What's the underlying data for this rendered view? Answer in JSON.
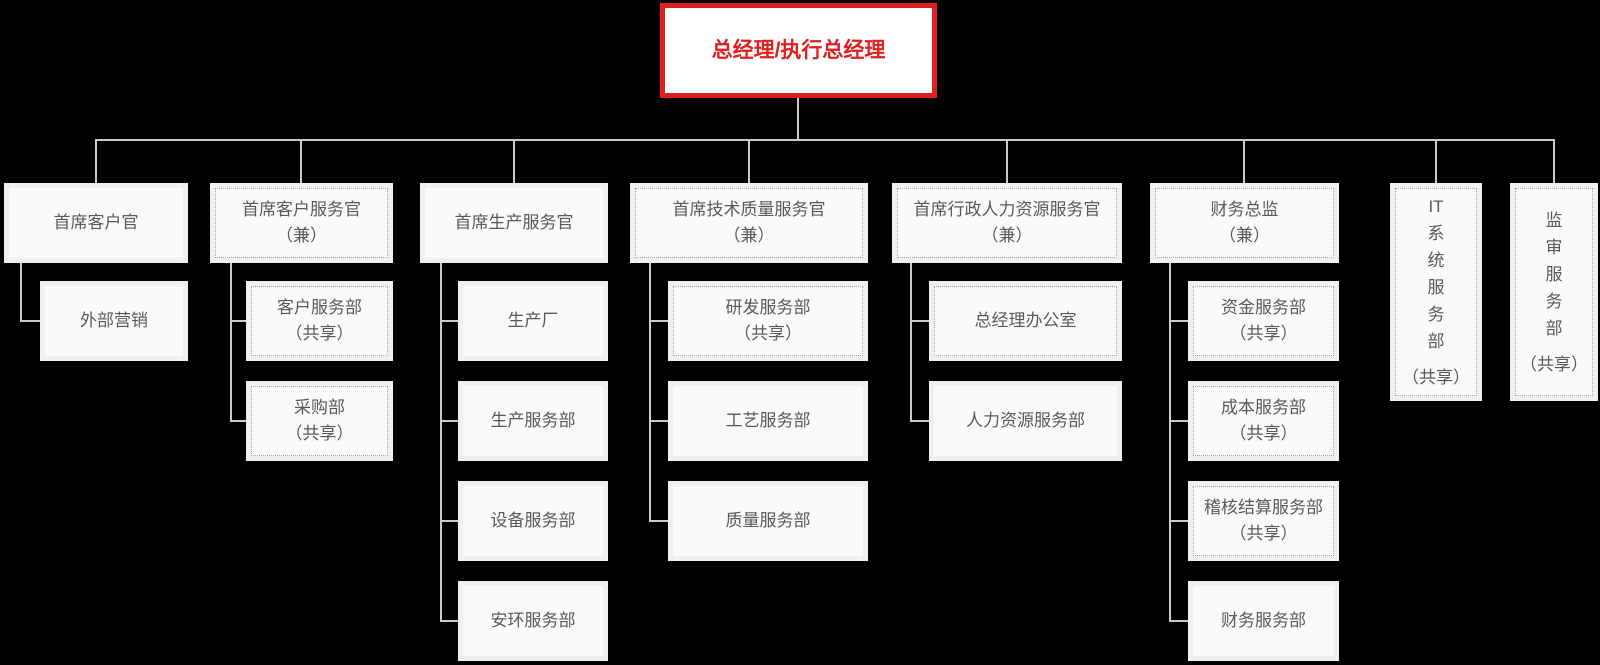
{
  "colors": {
    "accent_red": "#e01f1f",
    "connector_gray": "#cbcbcb",
    "node_bg": "#f9fafb",
    "node_rim": "#eef0f2",
    "text_gray": "#595959"
  },
  "nodes": {
    "root": {
      "lines": [
        "总经理/执行总经理"
      ]
    },
    "cco": {
      "lines": [
        "首席客户官"
      ]
    },
    "ext": {
      "lines": [
        "外部营销"
      ]
    },
    "ccso": {
      "lines": [
        "首席客户服务官",
        "（兼）"
      ]
    },
    "cs_dept": {
      "lines": [
        "客户服务部",
        "（共享）"
      ]
    },
    "purchase": {
      "lines": [
        "采购部",
        "（共享）"
      ]
    },
    "cpo": {
      "lines": [
        "首席生产服务官"
      ]
    },
    "factory": {
      "lines": [
        "生产厂"
      ]
    },
    "prod_dept": {
      "lines": [
        "生产服务部"
      ]
    },
    "equip": {
      "lines": [
        "设备服务部"
      ]
    },
    "safety": {
      "lines": [
        "安环服务部"
      ]
    },
    "ctqo": {
      "lines": [
        "首席技术质量服务官",
        "（兼）"
      ]
    },
    "rnd": {
      "lines": [
        "研发服务部",
        "（共享）"
      ]
    },
    "craft": {
      "lines": [
        "工艺服务部"
      ]
    },
    "quality": {
      "lines": [
        "质量服务部"
      ]
    },
    "chro": {
      "lines": [
        "首席行政人力资源服务官",
        "（兼）"
      ]
    },
    "gm_office": {
      "lines": [
        "总经理办公室"
      ]
    },
    "hr": {
      "lines": [
        "人力资源服务部"
      ]
    },
    "cfo": {
      "lines": [
        "财务总监",
        "（兼）"
      ]
    },
    "funds": {
      "lines": [
        "资金服务部",
        "（共享）"
      ]
    },
    "cost": {
      "lines": [
        "成本服务部",
        "（共享）"
      ]
    },
    "audit_settle": {
      "lines": [
        "稽核结算服务部",
        "（共享）"
      ]
    },
    "finance": {
      "lines": [
        "财务服务部"
      ]
    },
    "it": {
      "lines": [
        "IT",
        "系",
        "统",
        "服",
        "务",
        "部",
        "（共享）"
      ]
    },
    "audit": {
      "lines": [
        "监",
        "审",
        "服",
        "务",
        "部",
        "（共享）"
      ]
    }
  }
}
